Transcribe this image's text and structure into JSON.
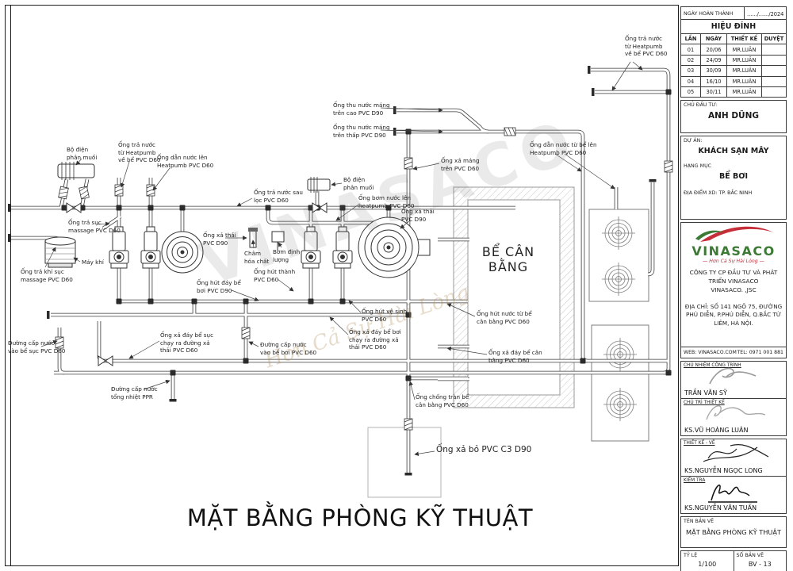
{
  "sheet": {
    "completion_label": "NGÀY HOÀN THÀNH",
    "completion_value": "....../....../2024",
    "revision": {
      "title": "HIỆU ĐÍNH",
      "columns": [
        "LẦN",
        "NGÀY",
        "THIẾT KẾ",
        "DUYỆT"
      ],
      "rows": [
        [
          "01",
          "20/06",
          "MR.LUÂN",
          ""
        ],
        [
          "02",
          "24/09",
          "MR.LUÂN",
          ""
        ],
        [
          "03",
          "30/09",
          "MR.LUÂN",
          ""
        ],
        [
          "04",
          "16/10",
          "MR.LUÂN",
          ""
        ],
        [
          "05",
          "30/11",
          "MR.LUÂN",
          ""
        ]
      ]
    },
    "client_label": "CHỦ ĐẦU TƯ:",
    "client_value": "ANH DŨNG",
    "project_label": "DỰ ÁN:",
    "project_value": "KHÁCH SẠN MÂY",
    "category_label": "HẠNG MỤC",
    "category_value": "BỂ BƠI",
    "location": "ĐỊA ĐIỂM XD: TP. BẮC NINH",
    "company": {
      "logo": "VINASACO",
      "slogan": "— Hơn Cả Sự Hài Lòng —",
      "name": "CÔNG TY CP ĐẦU TƯ VÀ PHÁT\nTRIỂN VINASACO\nVINASACO. ,JSC",
      "address": "ĐỊA CHỈ: SỐ 141 NGÕ 75, ĐƯỜNG PHÚ DIỄN, P.PHÚ DIỄN, Q.BẮC TỪ LIÊM, HÀ NỘI.",
      "web": "WEB: VINASACO.COM",
      "tel": "TEL: 0971 001 881"
    },
    "signatures": [
      {
        "role": "CHỦ NHIỆM CÔNG TRÌNH",
        "name": "TRẦN VĂN SỸ"
      },
      {
        "role": "CHỦ TRÌ THIẾT KẾ",
        "name": "KS.VŨ HOÀNG LUÂN"
      },
      {
        "role": "THIẾT KẾ - VẼ",
        "name": "KS.NGUYỄN NGỌC LONG"
      },
      {
        "role": "KIỂM TRA",
        "name": "KS.NGUYỄN VĂN TUẤN"
      }
    ],
    "drawing_name_label": "TÊN BẢN VẼ",
    "drawing_name_value": "MẶT BẰNG PHÒNG KỸ THUẬT",
    "scale_label": "TỶ LỆ",
    "scale_value": "1/100",
    "sheet_no_label": "SỐ BẢN VẼ",
    "sheet_no_value": "BV - 13"
  },
  "drawing": {
    "title": "MẶT BẰNG PHÒNG KỸ THUẬT",
    "tank_label": "BỂ CÂN BẰNG",
    "watermark_text": "VINASACO",
    "watermark_slogan": "Hơn Cả Sự Hài Lòng",
    "colors": {
      "logo_green": "#3c7a35",
      "logo_red": "#c62f39"
    },
    "labels": [
      "Bộ điện\nphân muối",
      "Ống trả nước\ntừ Heatpumb\nvề bể PVC D60",
      "Ống dẫn nước lên\nHeatpumb PVC D60",
      "Ống trả sục\nmassage PVC D60",
      "Ống trả khí sục\nmassage PVC D60",
      "Máy khí",
      "Ống trả nước sau\nlọc PVC D60",
      "Ống xả thải\nPVC D90",
      "Châm\nhóa chất",
      "Bơm định\nlượng",
      "Ống hút thành\nPVC D60",
      "Ống hút đáy bể\nbơi PVC D90",
      "Ống bơm nước lên\nheatpumb PVC D60",
      "Ống xả thải\nPVC D90",
      "Ống thu nước máng\ntrên cao PVC D90",
      "Ống thu nước máng\ntrên thấp PVC D90",
      "Ống xả máng\ntrên PVC D60",
      "Ống dẫn nước từ bể lên\nHeatpumb PVC D60",
      "Ống trả nước\ntừ Heatpumb\nvề bể PVC D60",
      "Ống hút vệ sinh\nPVC D60",
      "Ống xả đáy bể bơi\nchạy ra đường xả\nthải PVC D60",
      "Ống xả đáy bể sục\nchạy ra đường xả\nthải PVC D60",
      "Đường cấp nước\nvào bể sục PVC D60",
      "Đường cấp nước\nvào bể bơi PVC D60",
      "Đường cấp nước\ntổng nhiệt PPR",
      "Ống hút nước từ bể\ncân bằng PVC D60",
      "Ống xả đáy bể cân\nbằng PVC D60",
      "Ống chống tràn bể\ncân bằng PVC D60",
      "Ống xả bỏ PVC C3 D90",
      "Bộ điện\nphân muối"
    ]
  }
}
